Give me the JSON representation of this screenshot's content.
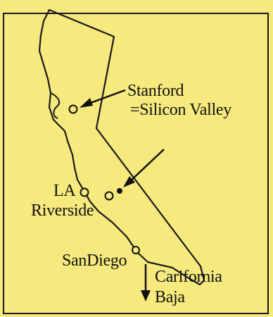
{
  "labels": {
    "stanford": "Stanford",
    "silicon_valley": "=Silicon Valley",
    "la": "LA",
    "riverside": "Riverside",
    "san_diego": "SanDiego",
    "california": "Carifornia",
    "baja": "Baja"
  },
  "colors": {
    "background": "#f6e97e",
    "ink": "#111111"
  }
}
